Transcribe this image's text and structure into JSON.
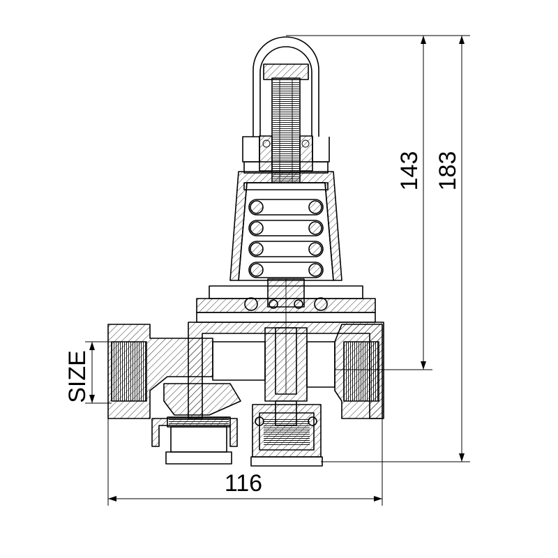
{
  "dimensions": {
    "height_inner": "143",
    "height_total": "183",
    "width": "116",
    "size": "SIZE"
  }
}
